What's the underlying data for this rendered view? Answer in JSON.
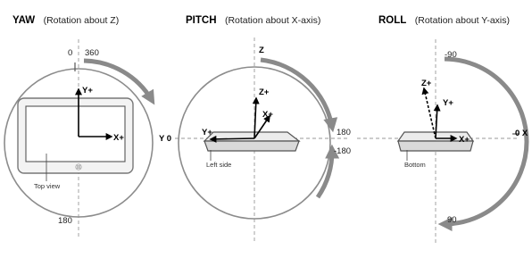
{
  "yaw": {
    "title": "YAW",
    "subtitle": "(Rotation about Z)",
    "label_0": "0",
    "label_360": "360",
    "label_180": "180",
    "axis_y": "Y+",
    "axis_x": "X+",
    "caption": "Top view"
  },
  "pitch": {
    "title": "PITCH",
    "subtitle": "(Rotation about X-axis)",
    "label_z": "Z",
    "label_y0": "Y 0",
    "label_180": "180",
    "label_neg180": "-180",
    "axis_z": "Z+",
    "axis_x": "X+",
    "axis_y": "Y+",
    "caption": "Left side"
  },
  "roll": {
    "title": "ROLL",
    "subtitle": "(Rotation about Y-axis)",
    "label_neg90": "-90",
    "label_90": "90",
    "label_0x": "0 X",
    "axis_z": "Z+",
    "axis_y": "Y+",
    "axis_x": "X+",
    "caption": "Bottom"
  }
}
